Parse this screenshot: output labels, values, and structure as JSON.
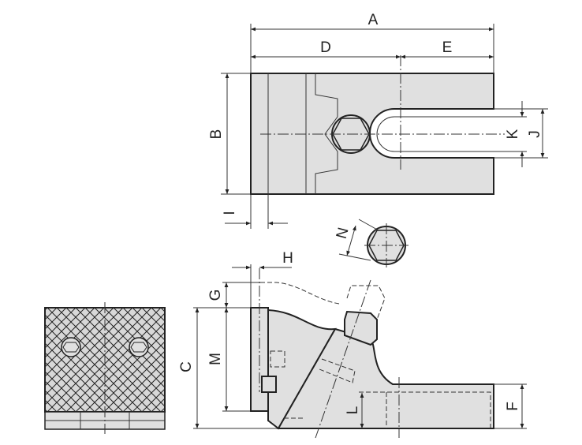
{
  "drawing": {
    "dimension_labels": {
      "A": "A",
      "B": "B",
      "C": "C",
      "D": "D",
      "E": "E",
      "F": "F",
      "G": "G",
      "H": "H",
      "I": "I",
      "J": "J",
      "K": "K",
      "L": "L",
      "M": "M",
      "N": "N"
    },
    "colors": {
      "fill": "#e0e0e0",
      "line": "#222222"
    }
  }
}
